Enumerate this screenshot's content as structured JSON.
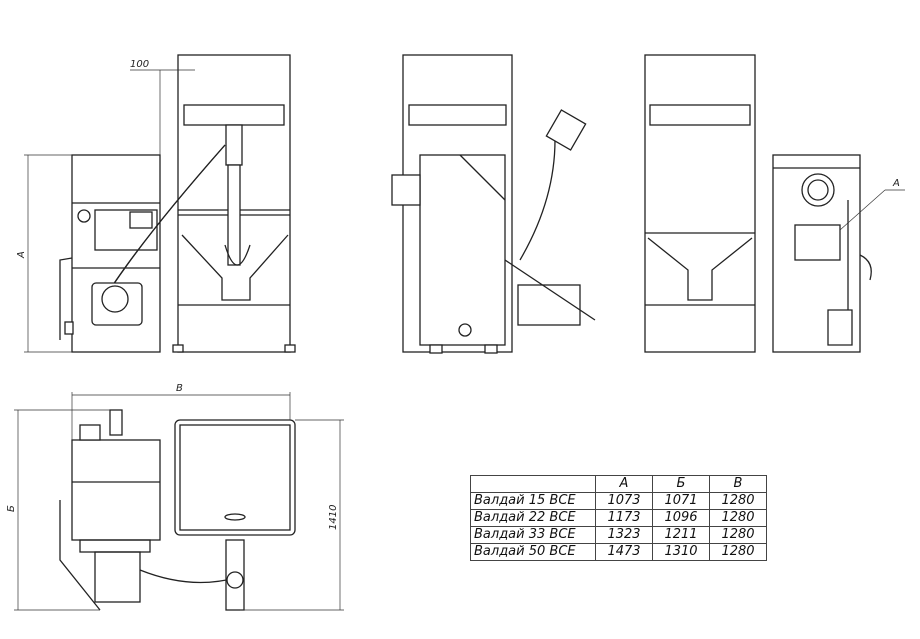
{
  "labels": {
    "offset": "100",
    "height_front": "А",
    "height_callout": "А",
    "width_plan": "В",
    "depth_plan": "Б",
    "depth_total": "1410"
  },
  "table": {
    "headers": [
      "",
      "А",
      "Б",
      "В"
    ],
    "rows": [
      [
        "Валдай 15 ВСЕ",
        "1073",
        "1071",
        "1280"
      ],
      [
        "Валдай 22 ВСЕ",
        "1173",
        "1096",
        "1280"
      ],
      [
        "Валдай 33 ВСЕ",
        "1323",
        "1211",
        "1280"
      ],
      [
        "Валдай 50 ВСЕ",
        "1473",
        "1310",
        "1280"
      ]
    ]
  }
}
